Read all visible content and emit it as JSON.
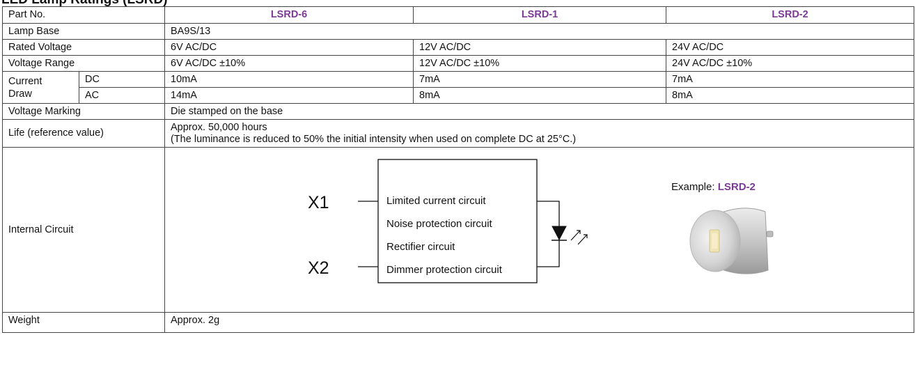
{
  "title": "LED Lamp Ratings (LSRD)",
  "header": {
    "label": "Part No.",
    "models": [
      "LSRD-6",
      "LSRD-1",
      "LSRD-2"
    ]
  },
  "rows": {
    "lamp_base": {
      "label": "Lamp Base",
      "value": "BA9S/13"
    },
    "rated_voltage": {
      "label": "Rated Voltage",
      "values": [
        "6V AC/DC",
        "12V AC/DC",
        "24V AC/DC"
      ]
    },
    "voltage_range": {
      "label": "Voltage Range",
      "values": [
        "6V AC/DC ±10%",
        "12V AC/DC ±10%",
        "24V AC/DC ±10%"
      ]
    },
    "current_draw": {
      "label_line1": "Current",
      "label_line2": "Draw",
      "dc": {
        "label": "DC",
        "values": [
          "10mA",
          "7mA",
          "7mA"
        ]
      },
      "ac": {
        "label": "AC",
        "values": [
          "14mA",
          "8mA",
          "8mA"
        ]
      }
    },
    "voltage_marking": {
      "label": "Voltage Marking",
      "value": "Die stamped on the base"
    },
    "life": {
      "label": "Life (reference value)",
      "line1": "Approx. 50,000 hours",
      "line2": "(The luminance is reduced to 50% the initial intensity when used on complete DC at 25°C.)"
    },
    "internal_circuit": {
      "label": "Internal Circuit",
      "terminals": [
        "X1",
        "X2"
      ],
      "blocks": [
        "Limited current circuit",
        "Noise protection circuit",
        "Rectifier circuit",
        "Dimmer protection circuit"
      ],
      "example_prefix": "Example: ",
      "example_model": "LSRD-2"
    },
    "weight": {
      "label": "Weight",
      "value": "Approx. 2g"
    }
  },
  "colors": {
    "model_text": "#7b3a96",
    "border": "#444444"
  }
}
